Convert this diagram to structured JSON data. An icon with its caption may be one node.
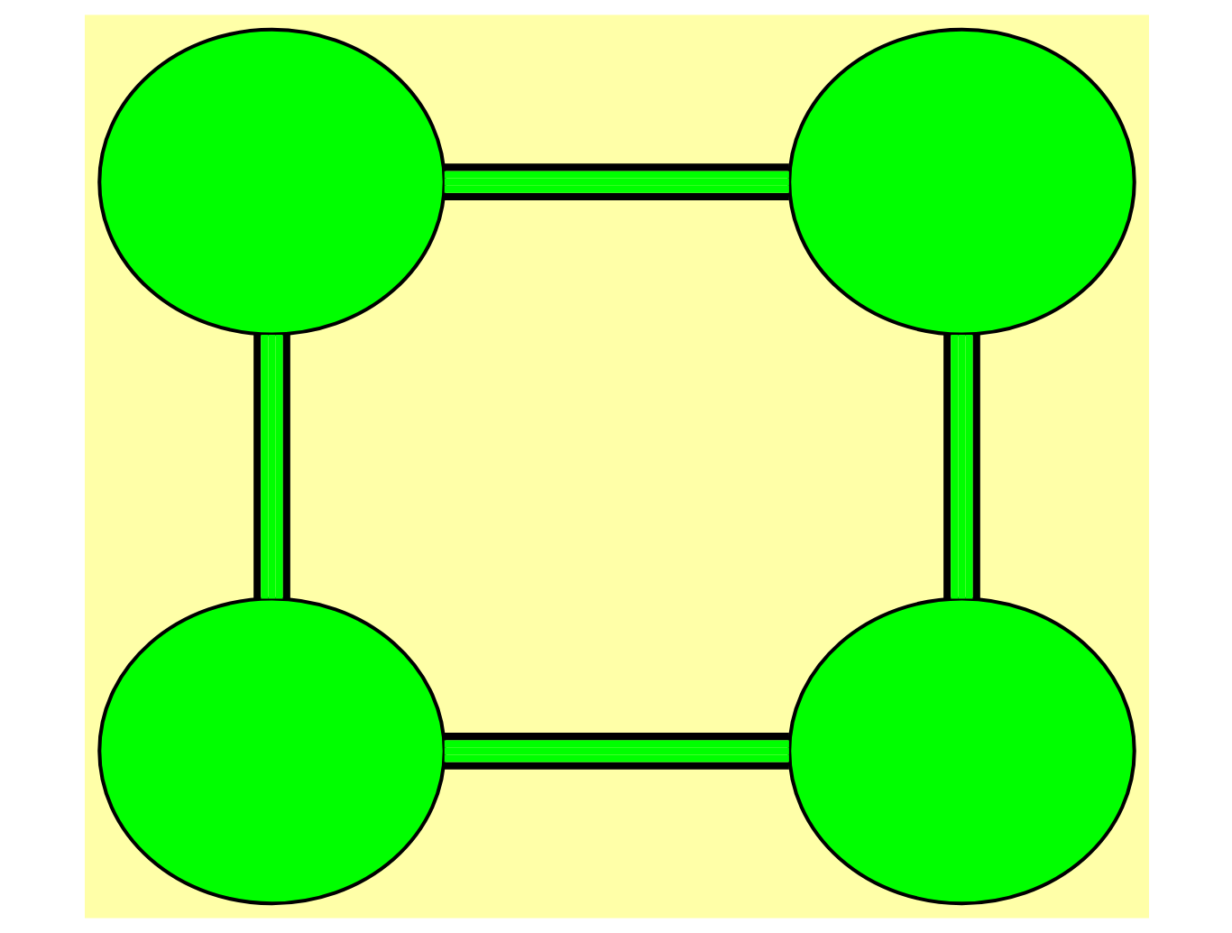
{
  "diagram": {
    "nodes": [
      {
        "text": [],
        "shape": "ellipse"
      },
      {
        "text": [],
        "shape": "ellipse"
      },
      {
        "text": [],
        "shape": "ellipse"
      },
      {
        "text": [],
        "shape": "ellipse"
      }
    ],
    "edges": [
      {
        "from": 0,
        "to": 1,
        "arrow": "none"
      },
      {
        "from": 0,
        "to": 2,
        "arrow": "none"
      },
      {
        "from": 1,
        "to": 3,
        "arrow": "none"
      },
      {
        "from": 2,
        "to": 3,
        "arrow": "none"
      }
    ]
  }
}
